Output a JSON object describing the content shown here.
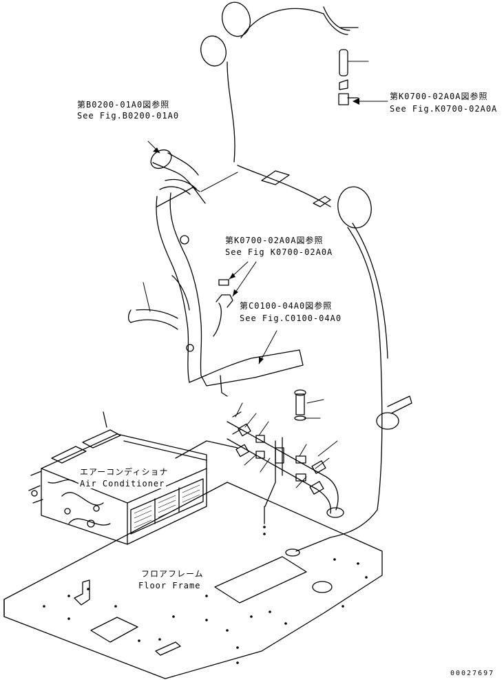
{
  "refs": {
    "b0200_jp": "第B0200-01A0図参照",
    "b0200_en": "See Fig.B0200-01A0",
    "k0700_top_jp": "第K0700-02A0A図参照",
    "k0700_top_en": "See Fig.K0700-02A0A",
    "k0700_mid_jp": "第K0700-02A0A図参照",
    "k0700_mid_en": "See Fig K0700-02A0A",
    "c0100_jp": "第C0100-04A0図参照",
    "c0100_en": "See Fig.C0100-04A0"
  },
  "components": {
    "aircon_jp": "エアーコンディショナ",
    "aircon_en": "Air Conditioner",
    "floor_jp": "フロアフレーム",
    "floor_en": "Floor Frame"
  },
  "doc_number": "00027697",
  "colors": {
    "line": "#000000",
    "background": "#ffffff"
  }
}
